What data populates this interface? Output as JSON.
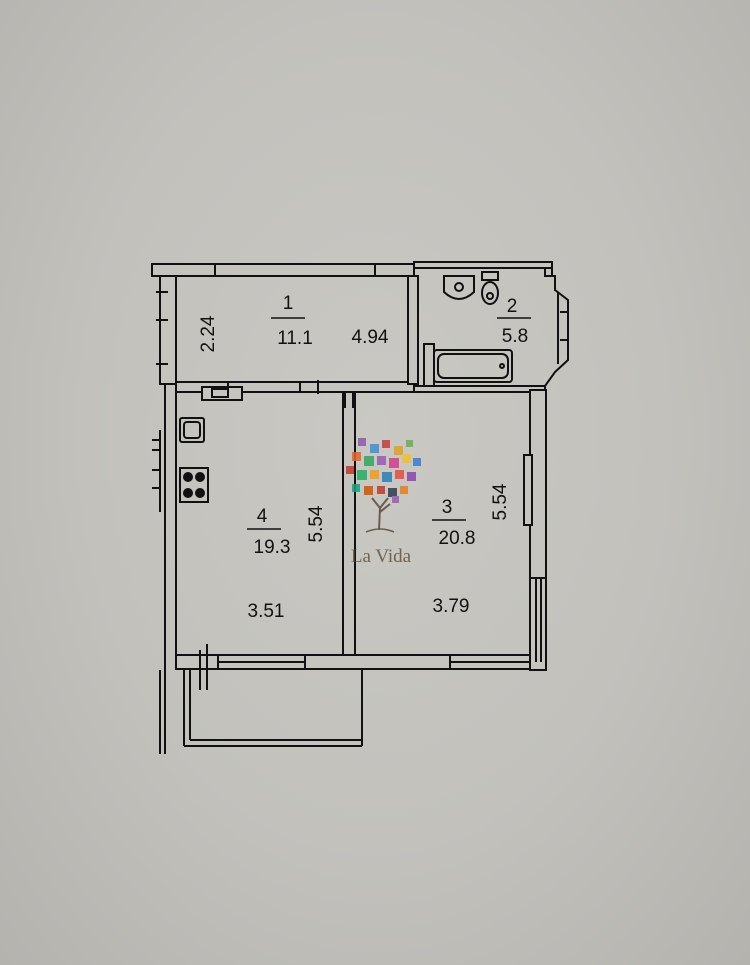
{
  "rooms": {
    "room1": {
      "number": "1",
      "area": "11.1",
      "width": "2.24",
      "length": "4.94"
    },
    "room2": {
      "number": "2",
      "area": "5.8"
    },
    "room3": {
      "number": "3",
      "area": "20.8",
      "length": "5.54",
      "width": "3.79"
    },
    "room4": {
      "number": "4",
      "area": "19.3",
      "length": "5.54",
      "width": "3.51"
    }
  },
  "watermark": {
    "text": "La Vida"
  },
  "colors": {
    "background": "#c5c4bf",
    "wall": "#111111",
    "wall_fill": "#c5c4bf",
    "watermark_text": "#5a4b3a"
  },
  "icons": [
    "washbasin-icon",
    "toilet-icon",
    "bathtub-icon",
    "sink-icon",
    "stove-icon",
    "radiator-icon",
    "tree-logo-icon"
  ]
}
